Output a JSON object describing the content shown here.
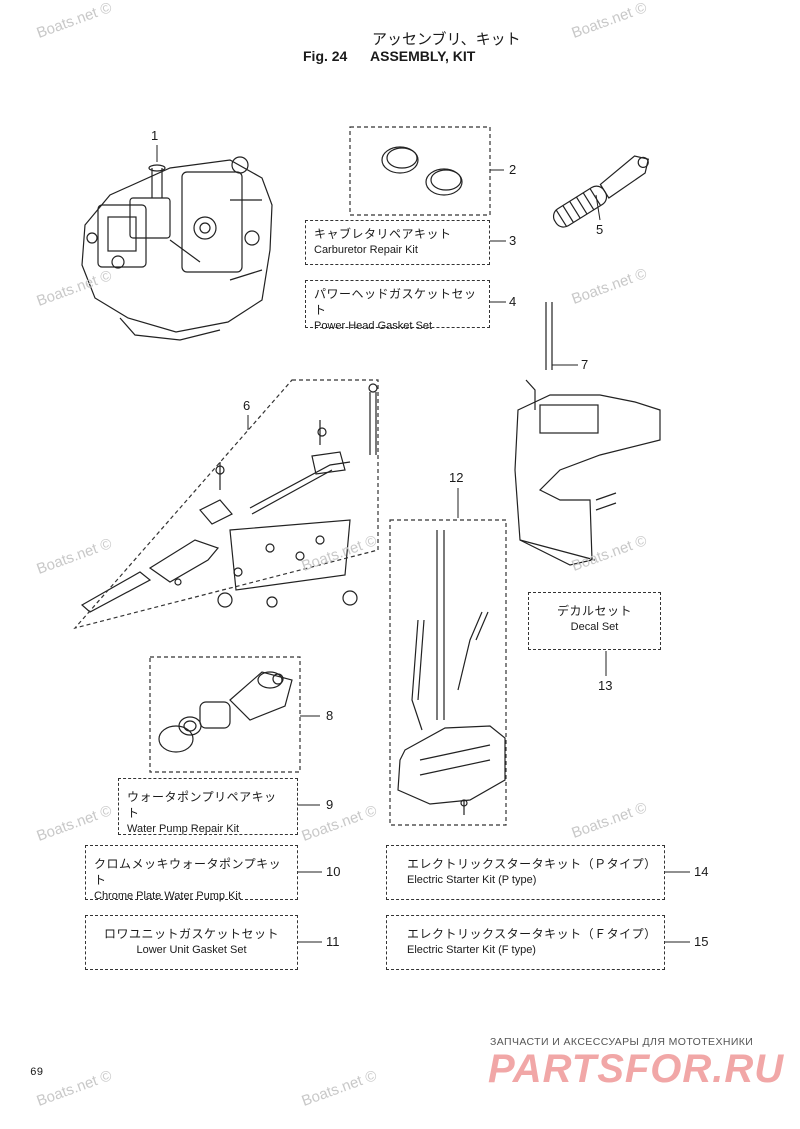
{
  "header": {
    "title_jp": "アッセンブリ、キット",
    "fig_number": "Fig. 24",
    "fig_title": "ASSEMBLY, KIT"
  },
  "callouts": [
    "1",
    "2",
    "3",
    "4",
    "5",
    "6",
    "7",
    "8",
    "9",
    "10",
    "11",
    "12",
    "13",
    "14",
    "15"
  ],
  "kits": {
    "carb_jp": "キャブレタリペアキット",
    "carb_en": "Carburetor Repair Kit",
    "gasket_jp": "パワーヘッドガスケットセット",
    "gasket_en": "Power Head Gasket Set",
    "decal_jp": "デカルセット",
    "decal_en": "Decal Set",
    "wp_jp": "ウォータポンプリペアキット",
    "wp_en": "Water Pump Repair Kit",
    "chrome_jp": "クロムメッキウォータポンプキット",
    "chrome_en": "Chrome Plate Water Pump Kit",
    "lower_jp": "ロワユニットガスケットセット",
    "lower_en": "Lower Unit Gasket Set",
    "starter_p_jp": "エレクトリックスタータキット（Ｐタイプ）",
    "starter_p_en": "Electric Starter Kit (P type)",
    "starter_f_jp": "エレクトリックスタータキット（Ｆタイプ）",
    "starter_f_en": "Electric Starter Kit (F type)"
  },
  "watermark": "Boats.net ©",
  "page_number": "69",
  "banner": {
    "small": "ЗАПЧАСТИ И АКСЕССУАРЫ ДЛЯ МОТОТЕХНИКИ",
    "big": "PARTSFOR.RU"
  }
}
